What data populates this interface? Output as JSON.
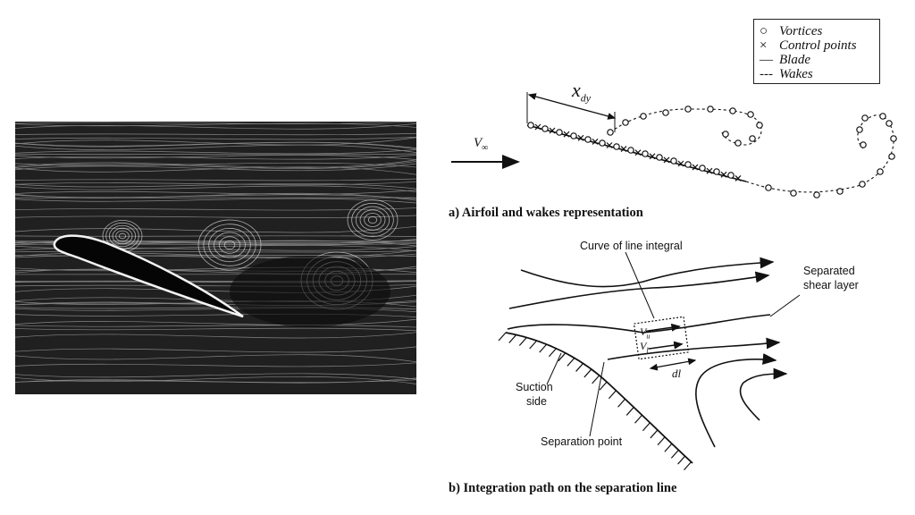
{
  "legend": {
    "items": [
      {
        "symbol": "circle",
        "label": "Vortices"
      },
      {
        "symbol": "cross",
        "label": "Control points"
      },
      {
        "symbol": "solid",
        "label": "Blade"
      },
      {
        "symbol": "dashed",
        "label": "Wakes"
      }
    ]
  },
  "diagram_a": {
    "caption": "a) Airfoil and wakes representation",
    "length_symbol": "x",
    "length_subscript": "dy",
    "freestream_symbol": "V",
    "freestream_subscript": "∞"
  },
  "diagram_b": {
    "caption": "b) Integration path on the separation line",
    "curve_label": "Curve of line integral",
    "shear_label_line1": "Separated",
    "shear_label_line2": "shear layer",
    "suction_label_line1": "Suction",
    "suction_label_line2": "side",
    "separation_label": "Separation point",
    "vu_symbol": "V",
    "vu_subscript": "u",
    "vl_symbol": "V",
    "vl_subscript": "l",
    "dl_label": "dl"
  }
}
